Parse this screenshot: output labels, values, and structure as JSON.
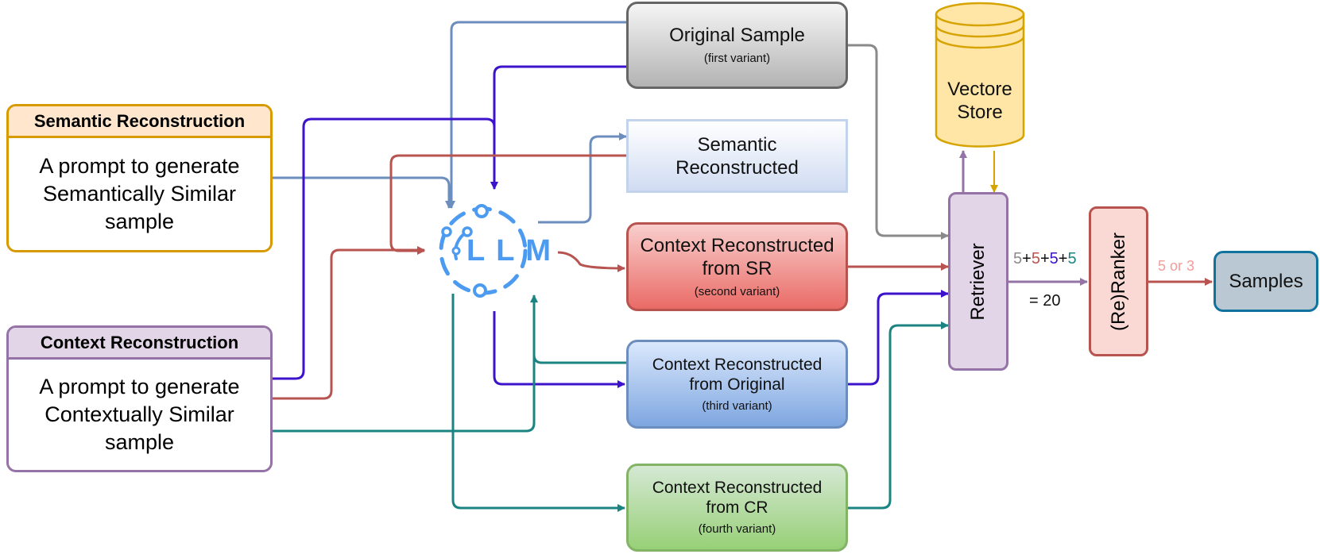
{
  "prompts": {
    "semantic": {
      "title": "Semantic Reconstruction",
      "body": "A prompt to generate Semantically Similar sample"
    },
    "context": {
      "title": "Context Reconstruction",
      "body": "A prompt to generate Contextually Similar sample"
    }
  },
  "llm": {
    "label": "LLM"
  },
  "variants": {
    "original": {
      "title": "Original Sample",
      "sub": "(first variant)"
    },
    "semantic_reconstructed": {
      "title": "Semantic Reconstructed"
    },
    "context_sr": {
      "title": "Context Reconstructed from SR",
      "sub": "(second variant)"
    },
    "context_original": {
      "title": "Context Reconstructed from Original",
      "sub": "(third variant)"
    },
    "context_cr": {
      "title": "Context Reconstructed from CR",
      "sub": "(fourth variant)"
    }
  },
  "vector_store": {
    "label": "Vectore Store"
  },
  "retriever": {
    "label": "Retriever"
  },
  "reranker": {
    "label": "(Re)Ranker"
  },
  "samples": {
    "label": "Samples"
  },
  "sum_label": {
    "parts": [
      "5",
      "+",
      "5",
      "+",
      "5",
      "+",
      "5"
    ],
    "result": "= 20"
  },
  "topk_label": "5 or 3",
  "colors": {
    "steel_blue": "#6c8ebf",
    "indigo": "#3c12cc",
    "red": "#b85450",
    "teal": "#1b8483",
    "gray": "#8a8a8a",
    "purple": "#9673a6",
    "gold": "#d6a300",
    "llm_blue": "#4c9bf0",
    "pink": "#f19c99"
  }
}
